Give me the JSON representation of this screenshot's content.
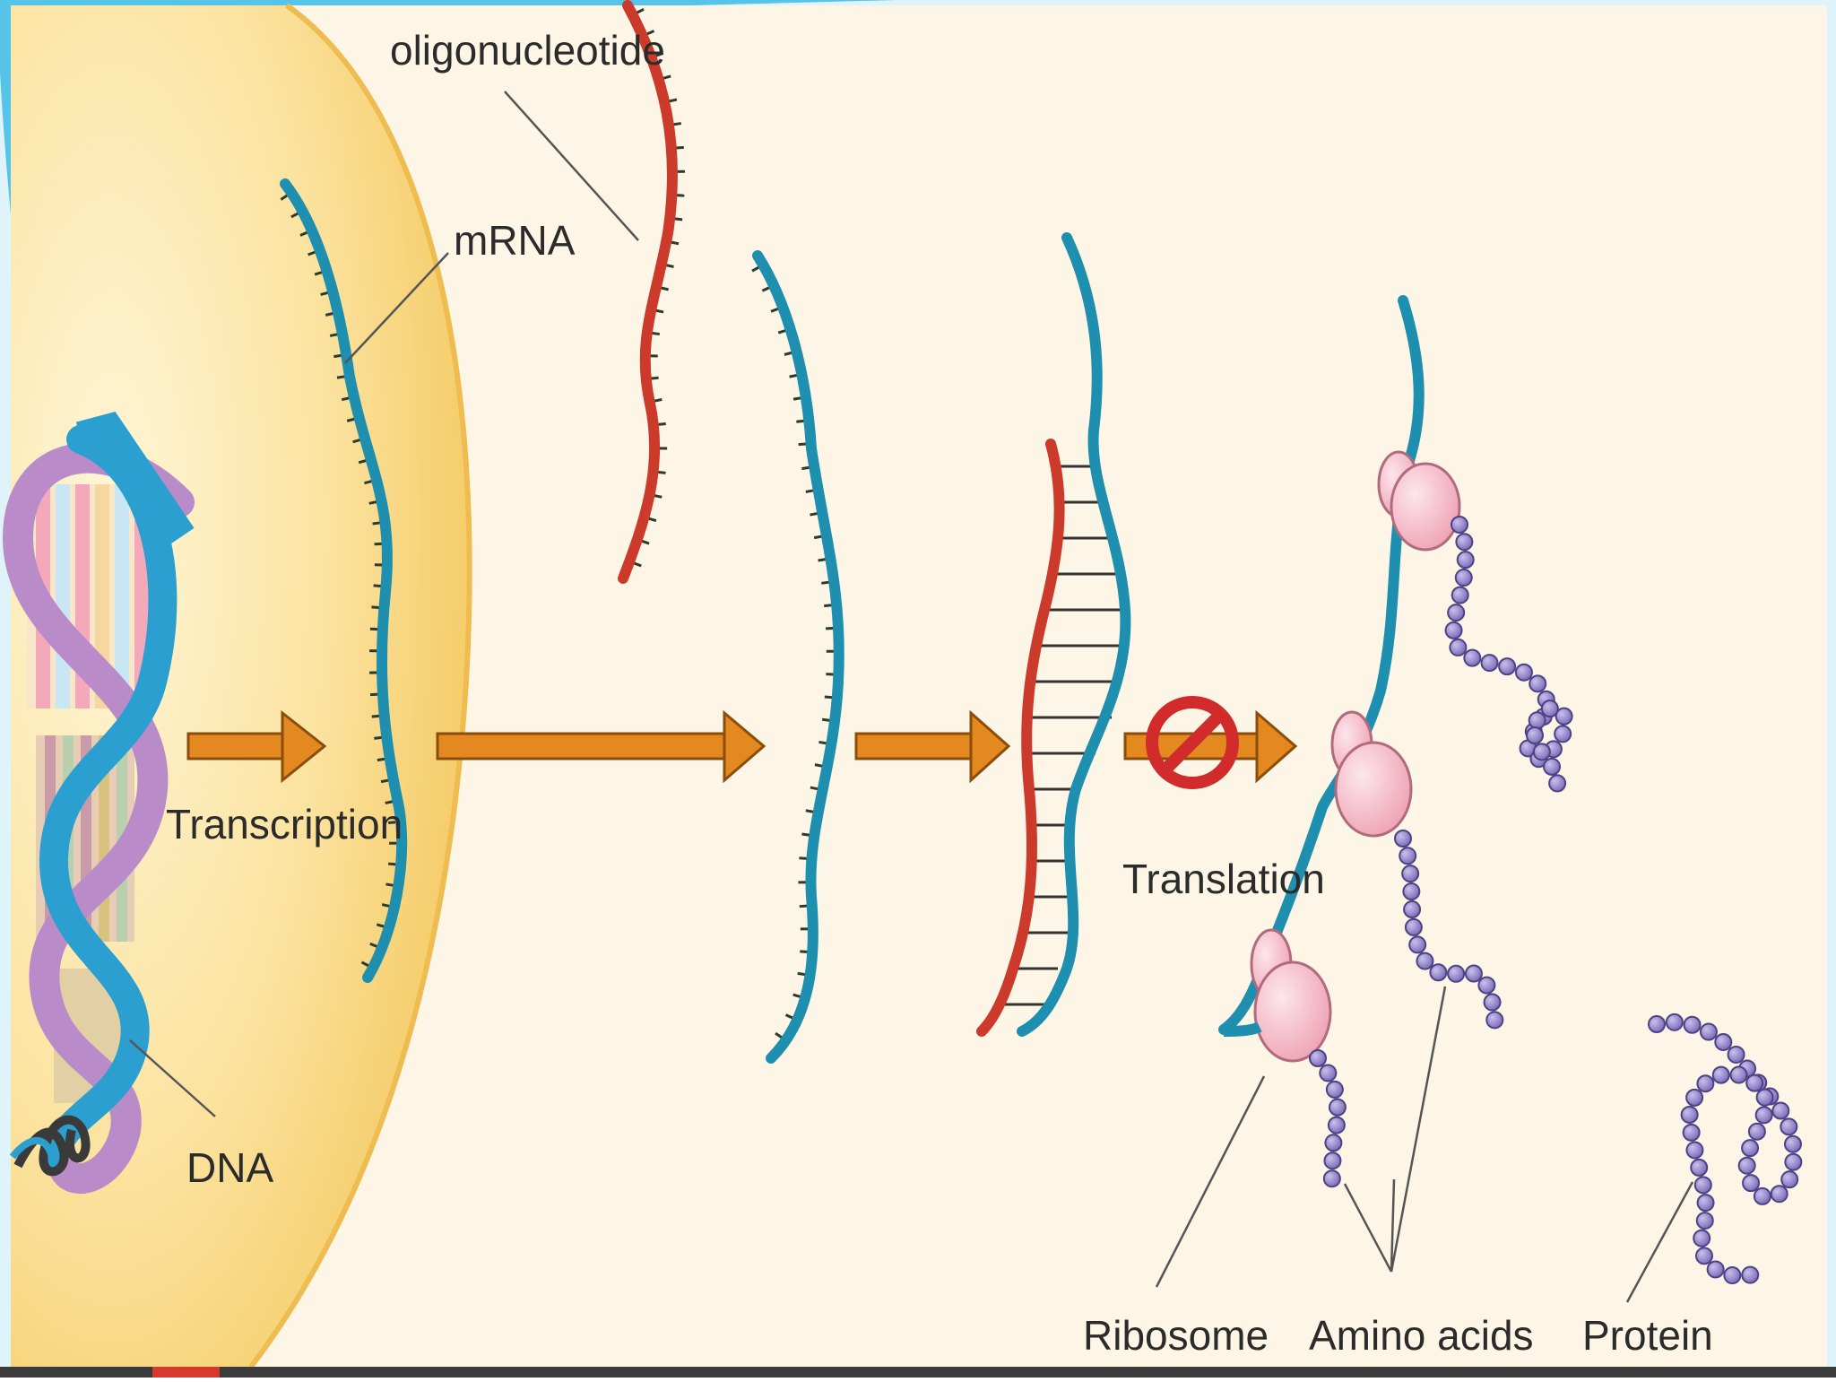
{
  "labels": {
    "oligonucleotide": "oligonucleotide",
    "mrna": "mRNA",
    "transcription": "Transcription",
    "dna": "DNA",
    "translation": "Translation",
    "ribosome": "Ribosome",
    "amino_acids": "Amino acids",
    "protein": "Protein"
  },
  "colors": {
    "cell_nucleus": "#f9d97c",
    "background": "#fdf6e6",
    "mrna_strand": "#1f8fb0",
    "oligonucleotide_strand": "#cc3a2c",
    "arrow": "#e48820",
    "blocked_sign": "#d12b2b",
    "ribosome": "#f6c0cc",
    "amino_acid": "#8a7cc4",
    "dna_pink": "#e98aa3",
    "dna_purple": "#b98bc9",
    "dna_blue": "#2a9fd0",
    "slide_frame": "#56c3e8",
    "bottom_bar": "#3b3b3b",
    "bottom_accent": "#d63a2e"
  },
  "icons": {
    "blocked": "prohibition-icon",
    "process_arrow": "arrow-right-icon"
  }
}
